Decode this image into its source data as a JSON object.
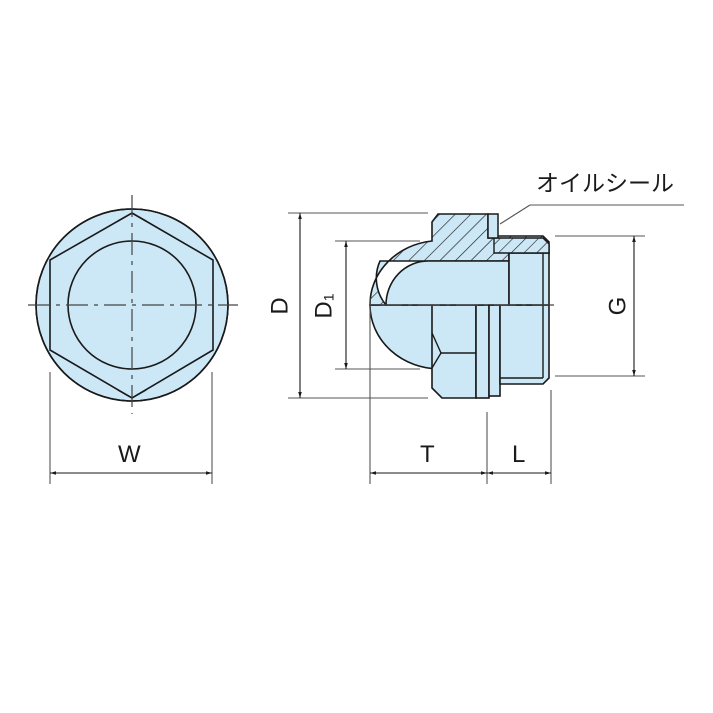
{
  "drawing": {
    "title": "",
    "colors": {
      "fill": "#cce8f6",
      "outline": "#1a1a1a",
      "dimension_line": "#555555",
      "background": "#ffffff"
    },
    "views": {
      "end_view": {
        "name": "hex-end-view"
      },
      "section_view": {
        "name": "half-section-side-view"
      }
    },
    "callouts": {
      "oil_seal": "オイルシール"
    },
    "dimensions": {
      "W": "W",
      "D": "D",
      "D1_main": "D",
      "D1_sub": "1",
      "G": "G",
      "T": "T",
      "L": "L"
    }
  }
}
